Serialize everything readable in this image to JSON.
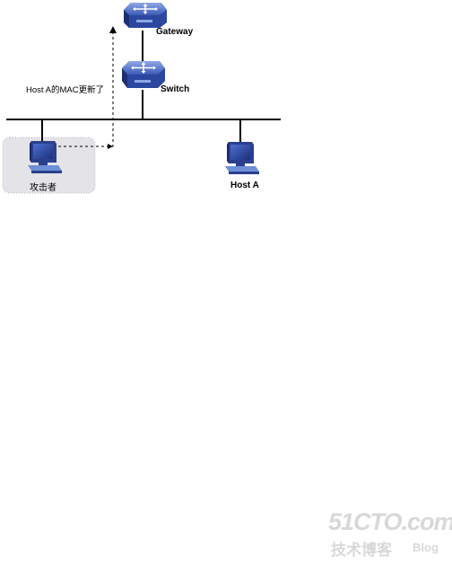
{
  "diagram": {
    "gateway_label": "Gateway",
    "switch_label": "Switch",
    "annotation": "Host A的MAC更新了",
    "attacker_label": "攻击者",
    "host_a_label": "Host A"
  },
  "watermark": {
    "site": "51CTO.com",
    "tagline": "技术博客",
    "blog": "Blog"
  },
  "colors": {
    "device_blue": "#2f4fa8",
    "device_light": "#6f8ed8",
    "attacker_zone": "#d8d8dc",
    "line": "#000000",
    "watermark": "#d8d8d8"
  },
  "icons": [
    "router-icon",
    "switch-icon",
    "computer-icon"
  ]
}
